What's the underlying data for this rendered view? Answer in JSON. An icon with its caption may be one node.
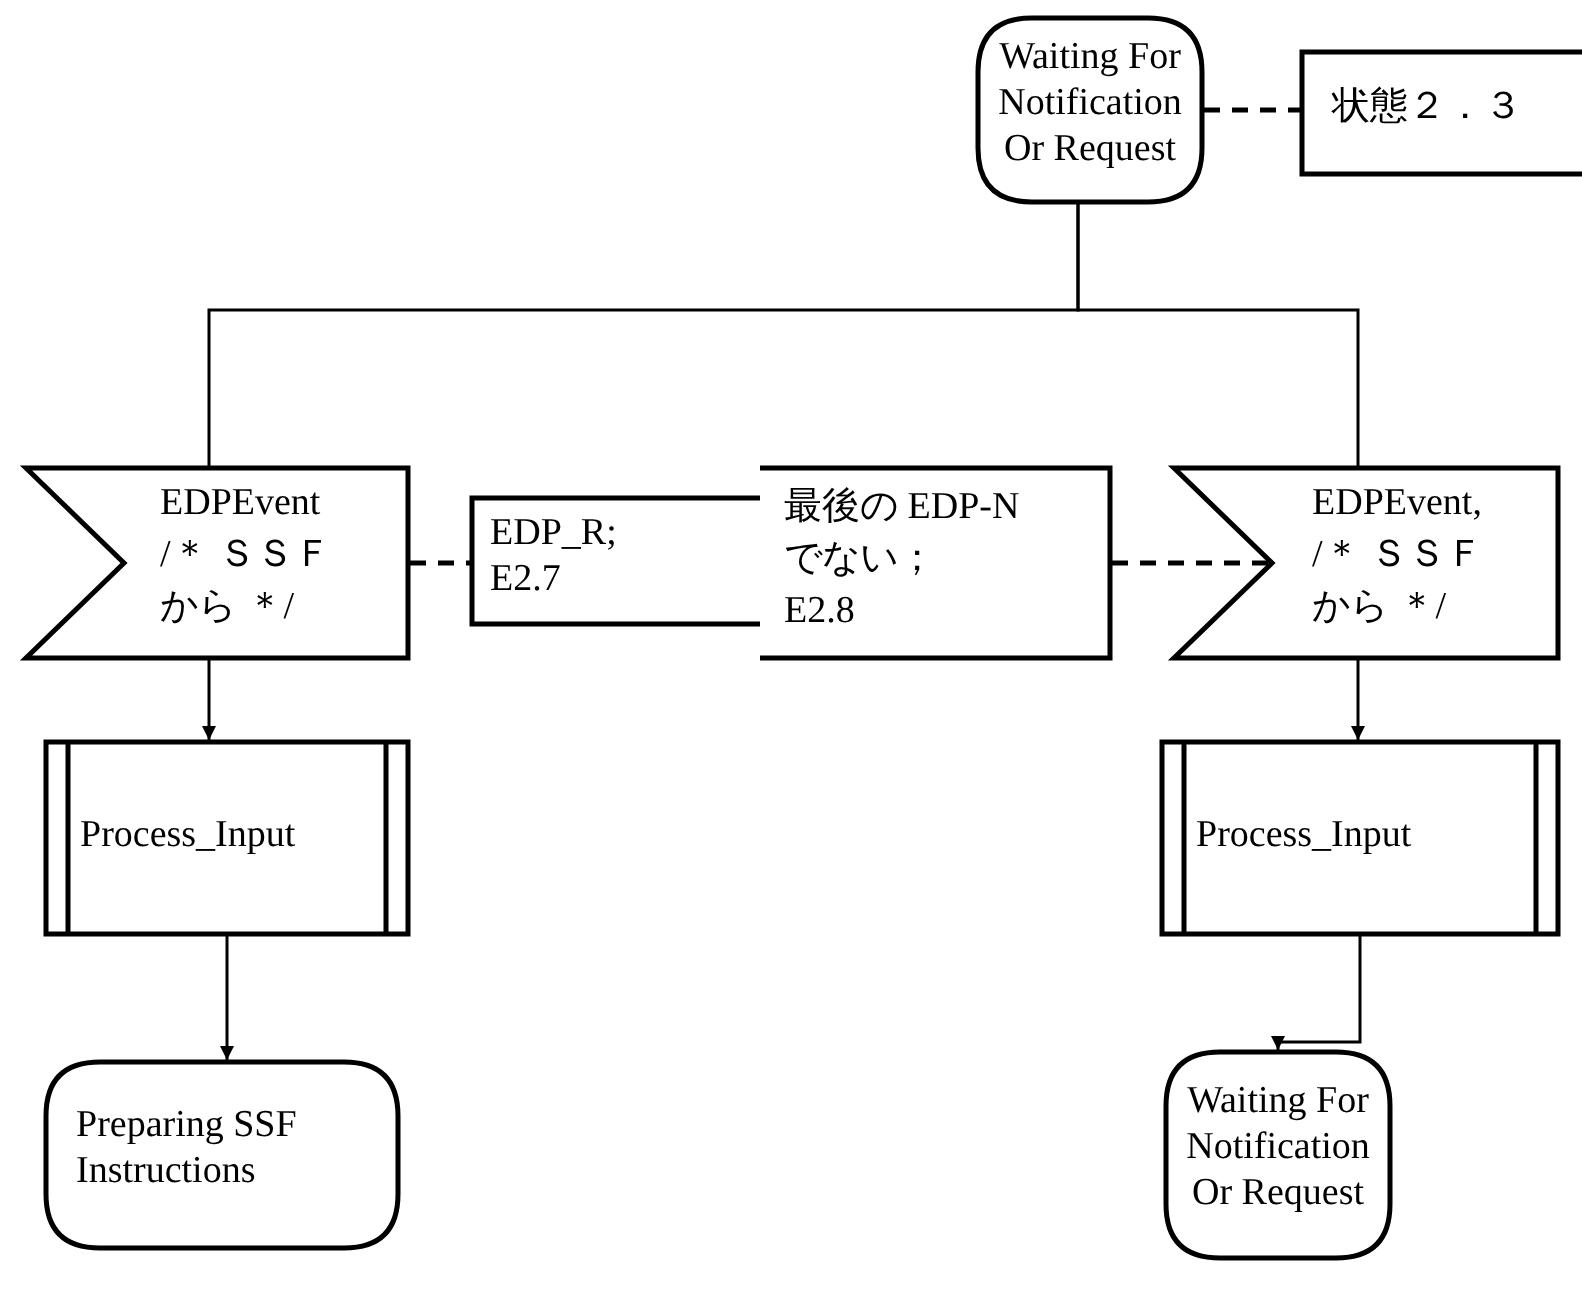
{
  "diagram": {
    "nodes": [
      {
        "text": [
          "Waiting For Notification Or Request"
        ]
      },
      {
        "text": [
          "状態２．３"
        ]
      },
      {
        "text": [
          "EDPEvent",
          "/＊ ＳＳＦ",
          "から ＊/"
        ]
      },
      {
        "text": [
          "EDP_R; E2.7"
        ]
      },
      {
        "text": [
          "最後の EDP-N",
          "でない；",
          "E2.8"
        ]
      },
      {
        "text": [
          "EDPEvent,",
          "/＊ ＳＳＦ",
          "から ＊/"
        ]
      },
      {
        "text": [
          "Process_Input"
        ]
      },
      {
        "text": [
          "Process_Input"
        ]
      },
      {
        "text": [
          "Preparing SSF Instructions"
        ]
      },
      {
        "text": [
          "Waiting For Notification Or Request"
        ]
      }
    ],
    "edges": [
      {
        "from": 0,
        "to": 1,
        "arrow": "none",
        "style": "dashed"
      },
      {
        "from": 0,
        "to": 2,
        "arrow": "none"
      },
      {
        "from": 0,
        "to": 5,
        "arrow": "none"
      },
      {
        "from": 2,
        "to": 3,
        "arrow": "none",
        "style": "dashed"
      },
      {
        "from": 4,
        "to": 5,
        "arrow": "none",
        "style": "dashed"
      },
      {
        "from": 2,
        "to": 6,
        "arrow": "to"
      },
      {
        "from": 5,
        "to": 7,
        "arrow": "to"
      },
      {
        "from": 6,
        "to": 8,
        "arrow": "to"
      },
      {
        "from": 7,
        "to": 9,
        "arrow": "to"
      }
    ]
  }
}
